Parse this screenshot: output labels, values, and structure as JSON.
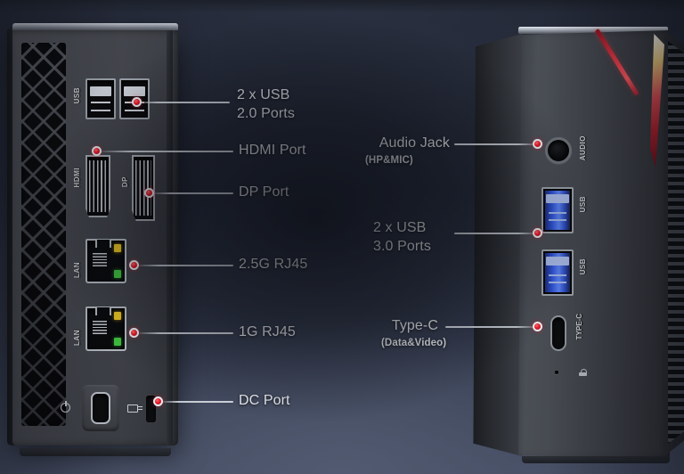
{
  "scene": {
    "title": "Mini PC rear and side port layout diagram",
    "background_colors": {
      "top": "#232836",
      "bottom": "#454d63",
      "vignette": "#080a10"
    },
    "callout_dot_color": "#e8192b",
    "callout_line_color": "#d8dce4"
  },
  "left_device": {
    "name": "rear-io-panel",
    "vent": "diamond-mesh-vent",
    "port_labels": [
      {
        "text": "USB",
        "port": "usb-2-0"
      },
      {
        "text": "HDMI",
        "port": "hdmi"
      },
      {
        "text": "DP",
        "port": "displayport"
      },
      {
        "text": "LAN",
        "port": "lan-2-5g"
      },
      {
        "text": "LAN",
        "port": "lan-1g"
      }
    ],
    "icons": [
      "power-icon",
      "lock-icon"
    ]
  },
  "right_device": {
    "name": "side-io-panel",
    "port_labels": [
      {
        "text": "AUDIO",
        "port": "audio-jack"
      },
      {
        "text": "USB",
        "port": "usb-3-0-top"
      },
      {
        "text": "USB",
        "port": "usb-3-0-bottom"
      },
      {
        "text": "TYPE-C",
        "port": "type-c"
      }
    ],
    "icons": [
      "kensington-lock-icon",
      "reset-pinhole"
    ],
    "accent_colors": [
      "#d94a52",
      "#e8c77a",
      "#f3f4f6"
    ]
  },
  "callouts": {
    "left": [
      {
        "id": "usb20",
        "label": "2 x USB",
        "label2": "2.0 Ports",
        "sub": ""
      },
      {
        "id": "hdmi",
        "label": "HDMI Port",
        "label2": "",
        "sub": ""
      },
      {
        "id": "dp",
        "label": "DP Port",
        "label2": "",
        "sub": ""
      },
      {
        "id": "rj45a",
        "label": "2.5G RJ45",
        "label2": "",
        "sub": ""
      },
      {
        "id": "rj45b",
        "label": "1G RJ45",
        "label2": "",
        "sub": ""
      },
      {
        "id": "dc",
        "label": "DC Port",
        "label2": "",
        "sub": ""
      }
    ],
    "right": [
      {
        "id": "audio",
        "label": "Audio Jack",
        "label2": "",
        "sub": "(HP&MIC)"
      },
      {
        "id": "usb30",
        "label": "2 x USB",
        "label2": "3.0 Ports",
        "sub": ""
      },
      {
        "id": "typec",
        "label": "Type-C",
        "label2": "",
        "sub": "(Data&Video)"
      }
    ]
  }
}
